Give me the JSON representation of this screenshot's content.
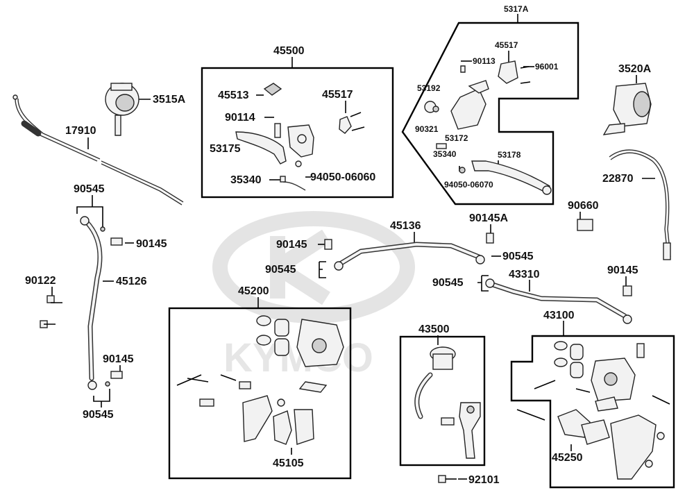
{
  "watermark": {
    "text": "KYMCO"
  },
  "labels": {
    "l5317a": "5317A",
    "l45500": "45500",
    "l45513": "45513",
    "l45517a": "45517",
    "l90114": "90114",
    "l53175": "53175",
    "l35340a": "35340",
    "l94050a": "94050-06060",
    "l45517b": "45517",
    "l90113": "90113",
    "l96001": "96001",
    "l53192": "53192",
    "l90321": "90321",
    "l53172": "53172",
    "l35340b": "35340",
    "l53178": "53178",
    "l94050b": "94050-06070",
    "l3515a": "3515A",
    "l17910": "17910",
    "l3520a": "3520A",
    "l22870": "22870",
    "l90660": "90660",
    "l90145a": "90145A",
    "l90545a": "90545",
    "l90545b": "90545",
    "l90145b": "90145",
    "l90122": "90122",
    "l45126": "45126",
    "l90145c": "90145",
    "l90545c": "90545",
    "l45136": "45136",
    "l90145d": "90145",
    "l90545d": "90545",
    "l90545e": "90545",
    "l43310": "43310",
    "l90145e": "90145",
    "l45200": "45200",
    "l45105": "45105",
    "l43500": "43500",
    "l43100": "43100",
    "l45250": "45250",
    "l92101": "92101"
  }
}
